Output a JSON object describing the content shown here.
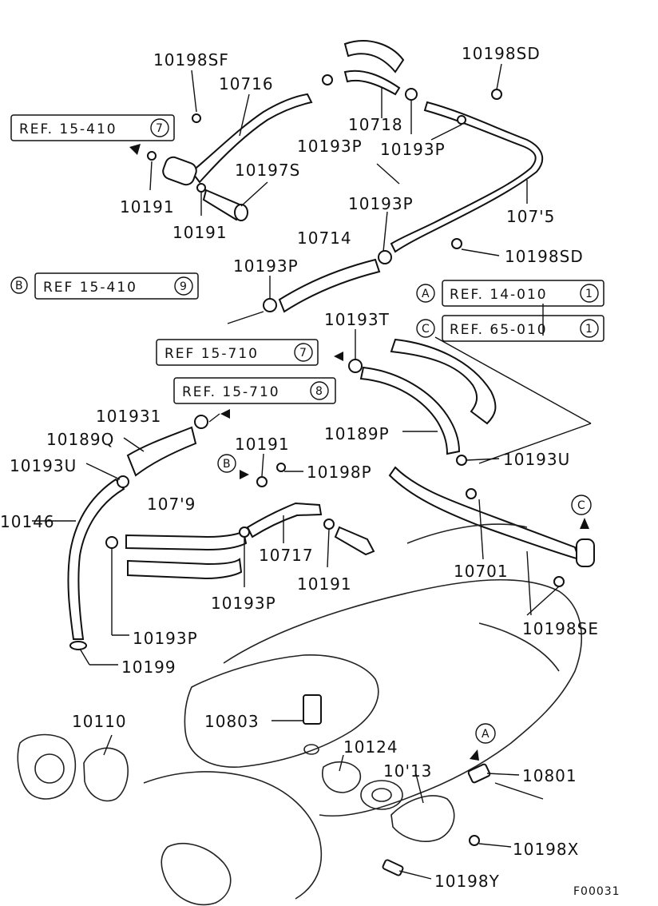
{
  "labels": [
    {
      "id": "p-10198SF",
      "text": "10198SF"
    },
    {
      "id": "p-10716",
      "text": "10716"
    },
    {
      "id": "p-10718",
      "text": "10718"
    },
    {
      "id": "p-10198SD-top",
      "text": "10198SD"
    },
    {
      "id": "p-10193P-a",
      "text": "10193P"
    },
    {
      "id": "p-10193P-b",
      "text": "10193P"
    },
    {
      "id": "p-10197S",
      "text": "10197S"
    },
    {
      "id": "p-10191-a",
      "text": "10191"
    },
    {
      "id": "p-10191-b",
      "text": "10191"
    },
    {
      "id": "p-10193P-c",
      "text": "10193P"
    },
    {
      "id": "p-10715",
      "text": "107'5"
    },
    {
      "id": "p-10714",
      "text": "10714"
    },
    {
      "id": "p-10198SD-mid",
      "text": "10198SD"
    },
    {
      "id": "p-10193P-d",
      "text": "10193P"
    },
    {
      "id": "p-10193T-a",
      "text": "10193T"
    },
    {
      "id": "p-10193T-b",
      "text": "101931"
    },
    {
      "id": "p-10189Q",
      "text": "10189Q"
    },
    {
      "id": "p-10193U-a",
      "text": "10193U"
    },
    {
      "id": "p-10191-c",
      "text": "10191"
    },
    {
      "id": "p-10198P",
      "text": "10198P"
    },
    {
      "id": "p-10189P",
      "text": "10189P"
    },
    {
      "id": "p-10193U-b",
      "text": "10193U"
    },
    {
      "id": "p-10146",
      "text": "10146"
    },
    {
      "id": "p-10719",
      "text": "107'9"
    },
    {
      "id": "p-10717",
      "text": "10717"
    },
    {
      "id": "p-10191-d",
      "text": "10191"
    },
    {
      "id": "p-10701",
      "text": "10701"
    },
    {
      "id": "p-10193P-e",
      "text": "10193P"
    },
    {
      "id": "p-10193P-f",
      "text": "10193P"
    },
    {
      "id": "p-10198SE",
      "text": "10198SE"
    },
    {
      "id": "p-10199",
      "text": "10199"
    },
    {
      "id": "p-10110",
      "text": "10110"
    },
    {
      "id": "p-10803",
      "text": "10803"
    },
    {
      "id": "p-10124",
      "text": "10124"
    },
    {
      "id": "p-10113",
      "text": "10'13"
    },
    {
      "id": "p-10801",
      "text": "10801"
    },
    {
      "id": "p-10198X",
      "text": "10198X"
    },
    {
      "id": "p-10198Y",
      "text": "10198Y"
    }
  ],
  "refs": [
    {
      "id": "ref-15-410-7",
      "text": "REF. 15-410",
      "circle": "7"
    },
    {
      "id": "ref-15-410-9",
      "text": "REF  15-410",
      "circle": "9",
      "prefix": "B"
    },
    {
      "id": "ref-14-010-1",
      "text": "REF. 14-010",
      "circle": "1",
      "prefix": "A"
    },
    {
      "id": "ref-65-010-1",
      "text": "REF. 65-010",
      "circle": "1",
      "prefix": "C"
    },
    {
      "id": "ref-15-710-7",
      "text": "REF  15-710",
      "circle": "7"
    },
    {
      "id": "ref-15-710-8",
      "text": "REF. 15-710",
      "circle": "8"
    }
  ],
  "connectors": [
    {
      "id": "conn-B",
      "text": "B"
    },
    {
      "id": "conn-C",
      "text": "C"
    },
    {
      "id": "conn-A",
      "text": "A"
    }
  ],
  "figure_code": "F00031"
}
